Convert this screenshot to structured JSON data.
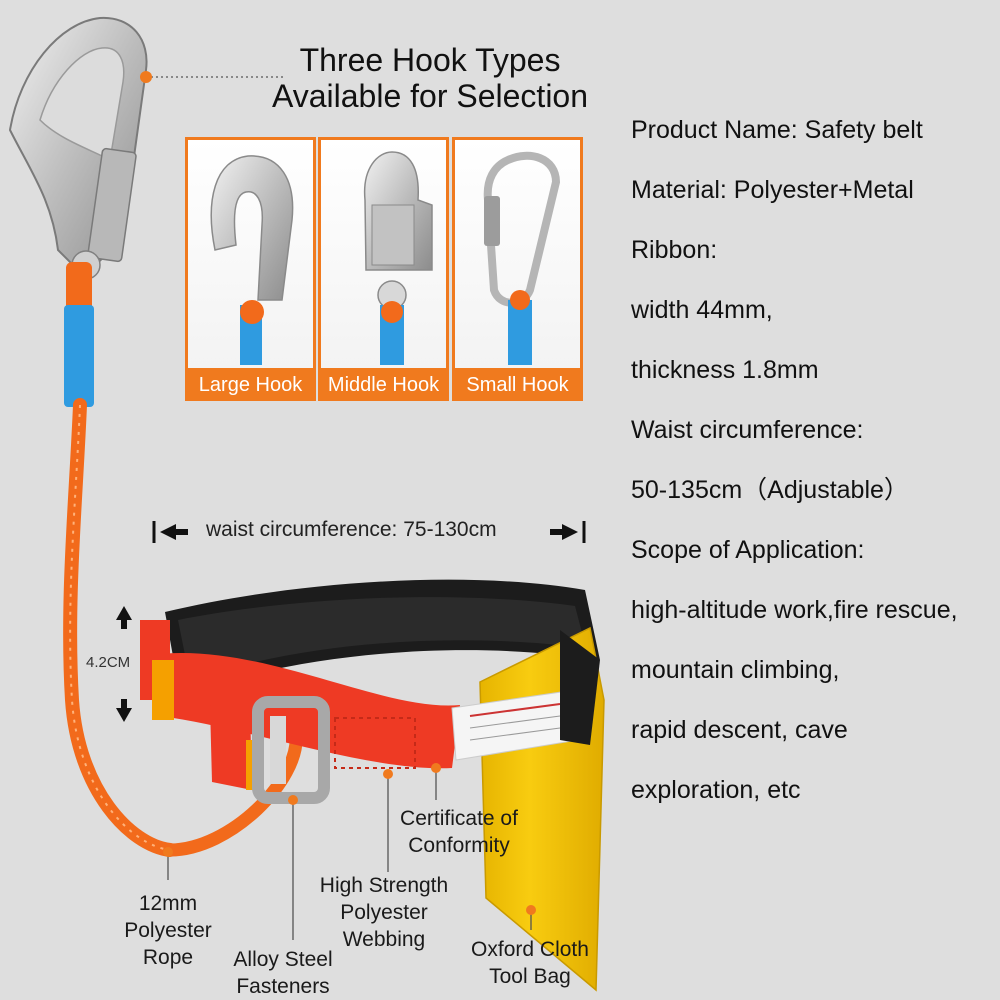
{
  "headline": {
    "line1": "Three Hook Types",
    "line2": "Available for Selection"
  },
  "hook_options": [
    {
      "label": "Large Hook"
    },
    {
      "label": "Middle Hook"
    },
    {
      "label": "Small Hook"
    }
  ],
  "specs": [
    "Product Name: Safety belt",
    "Material: Polyester+Metal",
    "Ribbon:",
    "width 44mm,",
    "thickness 1.8mm",
    "Waist circumference:",
    "50-135cm（Adjustable）",
    "Scope of Application:",
    "high-altitude work,fire rescue,",
    "mountain climbing,",
    "rapid descent, cave",
    "exploration, etc"
  ],
  "dimensions": {
    "waist": "waist circumference: 75-130cm",
    "belt_width": "4.2CM"
  },
  "callouts": {
    "rope": {
      "line1": "12mm",
      "line2": "Polyester",
      "line3": "Rope"
    },
    "fasteners": {
      "line1": "Alloy Steel",
      "line2": "Fasteners"
    },
    "webbing": {
      "line1": "High Strength",
      "line2": "Polyester",
      "line3": "Webbing"
    },
    "certificate": {
      "line1": "Certificate of",
      "line2": "Conformity"
    },
    "tool_bag": {
      "line1": "Oxford Cloth",
      "line2": "Tool Bag"
    }
  },
  "colors": {
    "background": "#dedede",
    "accent_orange": "#f07a1e",
    "rope_orange": "#f26a1b",
    "sleeve_blue": "#2f9be0",
    "belt_red": "#ee3a24",
    "bag_yellow": "#f5c400",
    "padding_black": "#1c1c1c",
    "metal": "#c9c9c9"
  }
}
